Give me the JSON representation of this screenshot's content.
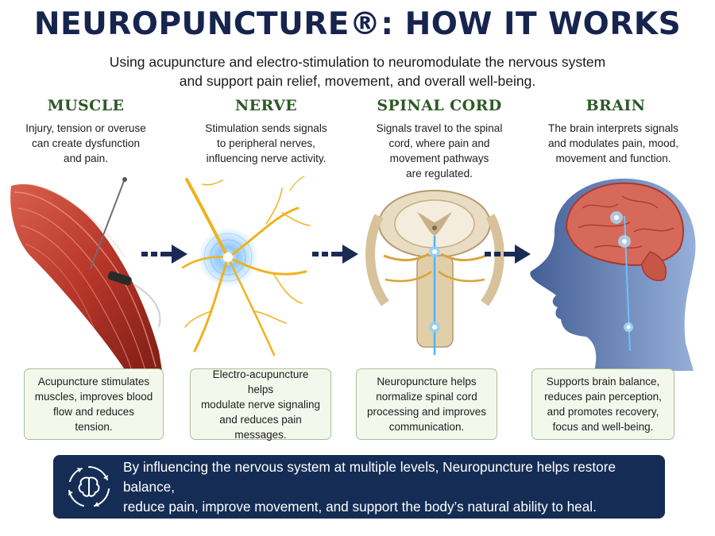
{
  "header": {
    "title": "NEUROPUNCTURE®: HOW IT WORKS",
    "subtitle_line1": "Using acupuncture and electro-stimulation to neuromodulate the nervous system",
    "subtitle_line2": "and support pain relief, movement, and overall well-being."
  },
  "stages": [
    {
      "heading": "MUSCLE",
      "desc": [
        "Injury, tension or overuse",
        "can create dysfunction",
        "and pain."
      ],
      "benefit": [
        "Acupuncture stimulates",
        "muscles, improves blood",
        "flow and reduces tension."
      ],
      "icon": "muscle-with-needle"
    },
    {
      "heading": "NERVE",
      "desc": [
        "Stimulation sends signals",
        "to peripheral nerves,",
        "influencing nerve activity."
      ],
      "benefit": [
        "Electro-acupuncture helps",
        "modulate nerve signaling",
        "and reduces pain messages."
      ],
      "icon": "branching-nerve"
    },
    {
      "heading": "SPINAL CORD",
      "desc": [
        "Signals travel to the spinal",
        "cord, where pain and",
        "movement pathways",
        "are regulated."
      ],
      "benefit": [
        "Neuropuncture helps",
        "normalize spinal cord",
        "processing and improves",
        "communication."
      ],
      "icon": "spinal-cord-cross-section"
    },
    {
      "heading": "BRAIN",
      "desc": [
        "The brain interprets signals",
        "and modulates pain, mood,",
        "movement and function."
      ],
      "benefit": [
        "Supports brain balance,",
        "reduces pain perception,",
        "and promotes recovery,",
        "focus and well-being."
      ],
      "icon": "brain-head-profile"
    }
  ],
  "footer": {
    "line1": "By influencing the nervous system at multiple levels, Neuropuncture helps restore balance,",
    "line2": "reduce pain, improve movement, and support the body’s natural ability to heal.",
    "icon": "brain-cycle-icon"
  },
  "colors": {
    "title": "#16244e",
    "heading": "#2c5a25",
    "arrow": "#1b2a55",
    "footer_bg": "#152d55",
    "benefit_border": "#a9bf98",
    "benefit_bg": "#f4f8ec",
    "muscle": "#b8362a",
    "nerve": "#f0b21c",
    "signal": "#3aa6ff"
  }
}
